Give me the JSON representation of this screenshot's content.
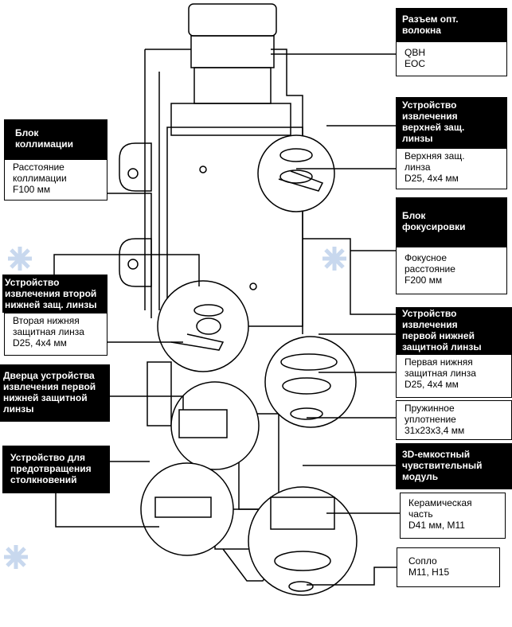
{
  "callouts": {
    "fiber": {
      "title": "Разъем опт.\nволокна",
      "body": "QBH\nEOC"
    },
    "upper_lens": {
      "title": "Устройство\nизвлечения\nверхней защ.\nлинзы",
      "body": "Верхняя защ.\nлинза\nD25, 4x4 мм"
    },
    "focus": {
      "title": "Блок\nфокусировки",
      "body": "Фокусное\nрасстояние\nF200 мм"
    },
    "first_lower": {
      "title": "Устройство\nизвлечения\nпервой нижней\nзащитной линзы",
      "body": "Первая нижняя\nзащитная линза\nD25, 4x4 мм",
      "body2": "Пружинное\nуплотнение\n31x23x3,4 мм"
    },
    "sensor": {
      "title": "3D-емкостный\nчувствительный\nмодуль"
    },
    "ceramic": {
      "body": "Керамическая\nчасть\nD41 мм, M11"
    },
    "nozzle": {
      "body": "Сопло\nM11, H15"
    },
    "collimation": {
      "title": "Блок\nколлимации",
      "body": "Расстояние\nколлимации\nF100 мм"
    },
    "second_lower": {
      "title": "Устройство\nизвлечения второй\nнижней защ. линзы",
      "body": "Вторая нижняя\nзащитная линза\nD25, 4x4 мм"
    },
    "door": {
      "title": "Дверца устройства\nизвлечения первой\nнижней защитной\nлинзы"
    },
    "anticollision": {
      "title": "Устройство для\nпредотвращения\nстолкновений"
    }
  },
  "colors": {
    "header_bg": "#000000",
    "header_text": "#ffffff",
    "line": "#000000",
    "watermark": "#c8d8ee"
  }
}
